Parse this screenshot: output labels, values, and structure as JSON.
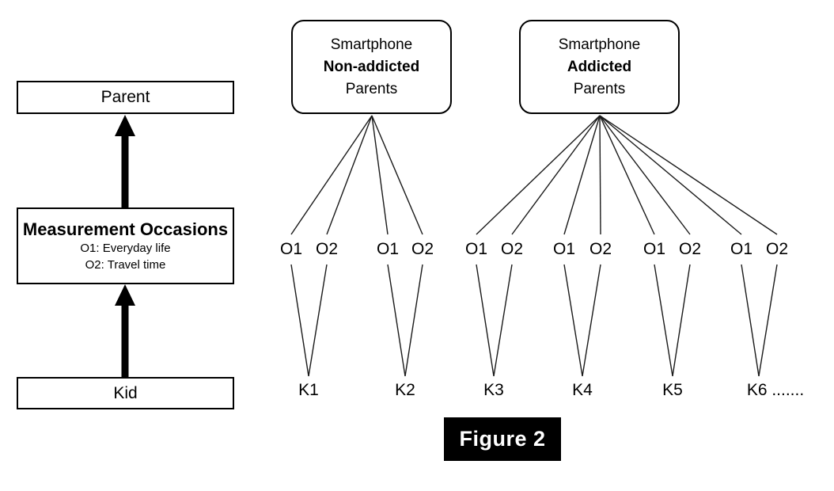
{
  "figure": {
    "caption": "Figure 2",
    "caption_bg": "#000000",
    "caption_fg": "#ffffff"
  },
  "left_panel": {
    "levels": [
      {
        "id": "parent",
        "title": "Parent",
        "sublines": []
      },
      {
        "id": "measurement-occasions",
        "title": "Measurement Occasions",
        "sublines": [
          "O1: Everyday life",
          "O2: Travel time"
        ]
      },
      {
        "id": "kid",
        "title": "Kid",
        "sublines": []
      }
    ],
    "arrows": [
      {
        "name": "kid-to-occasions-arrow",
        "direction": "up"
      },
      {
        "name": "occasions-to-parent-arrow",
        "direction": "up"
      }
    ]
  },
  "right_panel": {
    "groups": [
      {
        "id": "non-addicted",
        "line1": "Smartphone",
        "line2": "Non-addicted",
        "line3": "Parents",
        "kid_count": 2
      },
      {
        "id": "addicted",
        "line1": "Smartphone",
        "line2": "Addicted",
        "line3": "Parents",
        "kid_count": 4
      }
    ],
    "occasion_labels": [
      "O1",
      "O2",
      "O1",
      "O2",
      "O1",
      "O2",
      "O1",
      "O2",
      "O1",
      "O2",
      "O1",
      "O2"
    ],
    "kid_labels": [
      "K1",
      "K2",
      "K3",
      "K4",
      "K5",
      "K6 ......."
    ]
  },
  "colors": {
    "stroke": "#000000",
    "background": "#ffffff",
    "thin_line": "#1a1a1a"
  }
}
